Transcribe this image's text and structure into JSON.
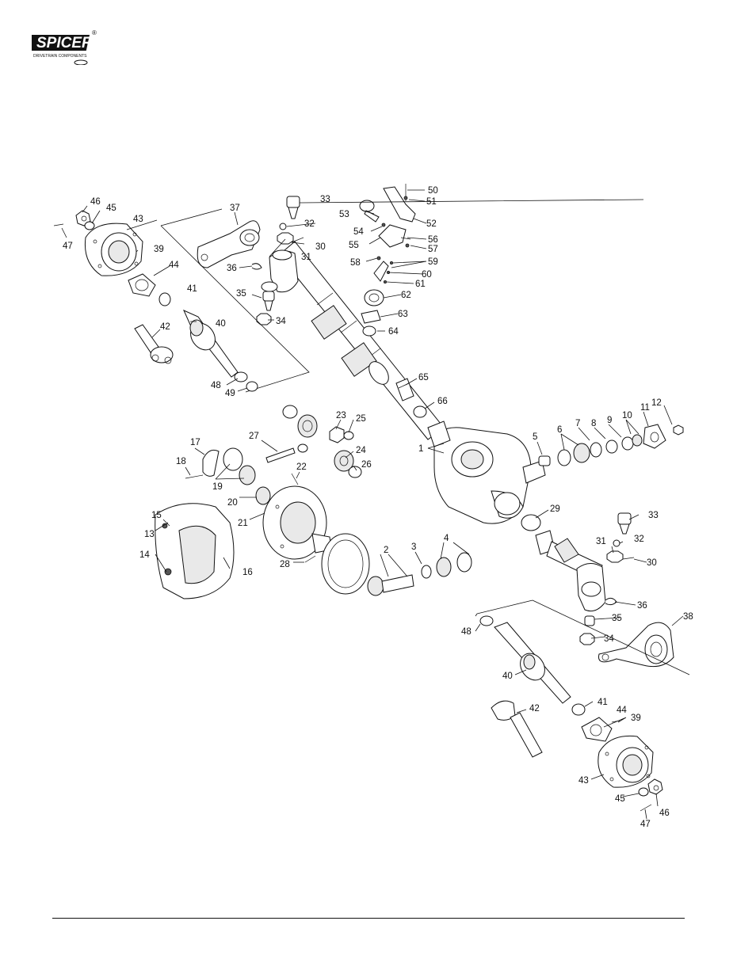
{
  "brand": {
    "logo_text": "SPICER",
    "registered_mark": "®",
    "tagline": "DRIVETRAIN COMPONENTS"
  },
  "callouts": [
    {
      "id": "c1",
      "text": "1"
    },
    {
      "id": "c2",
      "text": "2"
    },
    {
      "id": "c3",
      "text": "3"
    },
    {
      "id": "c4",
      "text": "4"
    },
    {
      "id": "c5",
      "text": "5"
    },
    {
      "id": "c6",
      "text": "6"
    },
    {
      "id": "c7",
      "text": "7"
    },
    {
      "id": "c8",
      "text": "8"
    },
    {
      "id": "c9",
      "text": "9"
    },
    {
      "id": "c10",
      "text": "10"
    },
    {
      "id": "c11",
      "text": "11"
    },
    {
      "id": "c12",
      "text": "12"
    },
    {
      "id": "c13",
      "text": "13"
    },
    {
      "id": "c14",
      "text": "14"
    },
    {
      "id": "c15",
      "text": "15"
    },
    {
      "id": "c16",
      "text": "16"
    },
    {
      "id": "c17",
      "text": "17"
    },
    {
      "id": "c18",
      "text": "18"
    },
    {
      "id": "c19",
      "text": "19"
    },
    {
      "id": "c20",
      "text": "20"
    },
    {
      "id": "c21",
      "text": "21"
    },
    {
      "id": "c22",
      "text": "22"
    },
    {
      "id": "c23",
      "text": "23"
    },
    {
      "id": "c24",
      "text": "24"
    },
    {
      "id": "c25",
      "text": "25"
    },
    {
      "id": "c26",
      "text": "26"
    },
    {
      "id": "c27",
      "text": "27"
    },
    {
      "id": "c28",
      "text": "28"
    },
    {
      "id": "c29",
      "text": "29"
    },
    {
      "id": "c30a",
      "text": "30"
    },
    {
      "id": "c31a",
      "text": "31"
    },
    {
      "id": "c32a",
      "text": "32"
    },
    {
      "id": "c33a",
      "text": "33"
    },
    {
      "id": "c34a",
      "text": "34"
    },
    {
      "id": "c35a",
      "text": "35"
    },
    {
      "id": "c36a",
      "text": "36"
    },
    {
      "id": "c37",
      "text": "37"
    },
    {
      "id": "c39a",
      "text": "39"
    },
    {
      "id": "c40a",
      "text": "40"
    },
    {
      "id": "c41a",
      "text": "41"
    },
    {
      "id": "c42a",
      "text": "42"
    },
    {
      "id": "c43a",
      "text": "43"
    },
    {
      "id": "c44a",
      "text": "44"
    },
    {
      "id": "c45a",
      "text": "45"
    },
    {
      "id": "c46a",
      "text": "46"
    },
    {
      "id": "c47a",
      "text": "47"
    },
    {
      "id": "c48a",
      "text": "48"
    },
    {
      "id": "c49",
      "text": "49"
    },
    {
      "id": "c50",
      "text": "50"
    },
    {
      "id": "c51",
      "text": "51"
    },
    {
      "id": "c52",
      "text": "52"
    },
    {
      "id": "c53",
      "text": "53"
    },
    {
      "id": "c54",
      "text": "54"
    },
    {
      "id": "c55",
      "text": "55"
    },
    {
      "id": "c56",
      "text": "56"
    },
    {
      "id": "c57",
      "text": "57"
    },
    {
      "id": "c58",
      "text": "58"
    },
    {
      "id": "c59",
      "text": "59"
    },
    {
      "id": "c60",
      "text": "60"
    },
    {
      "id": "c61",
      "text": "61"
    },
    {
      "id": "c62",
      "text": "62"
    },
    {
      "id": "c63",
      "text": "63"
    },
    {
      "id": "c64",
      "text": "64"
    },
    {
      "id": "c65",
      "text": "65"
    },
    {
      "id": "c66",
      "text": "66"
    },
    {
      "id": "c30b",
      "text": "30"
    },
    {
      "id": "c31b",
      "text": "31"
    },
    {
      "id": "c32b",
      "text": "32"
    },
    {
      "id": "c33b",
      "text": "33"
    },
    {
      "id": "c34b",
      "text": "34"
    },
    {
      "id": "c35b",
      "text": "35"
    },
    {
      "id": "c36b",
      "text": "36"
    },
    {
      "id": "c38",
      "text": "38"
    },
    {
      "id": "c39b",
      "text": "39"
    },
    {
      "id": "c40b",
      "text": "40"
    },
    {
      "id": "c41b",
      "text": "41"
    },
    {
      "id": "c42b",
      "text": "42"
    },
    {
      "id": "c43b",
      "text": "43"
    },
    {
      "id": "c44b",
      "text": "44"
    },
    {
      "id": "c45b",
      "text": "45"
    },
    {
      "id": "c46b",
      "text": "46"
    },
    {
      "id": "c47b",
      "text": "47"
    },
    {
      "id": "c48b",
      "text": "48"
    }
  ]
}
